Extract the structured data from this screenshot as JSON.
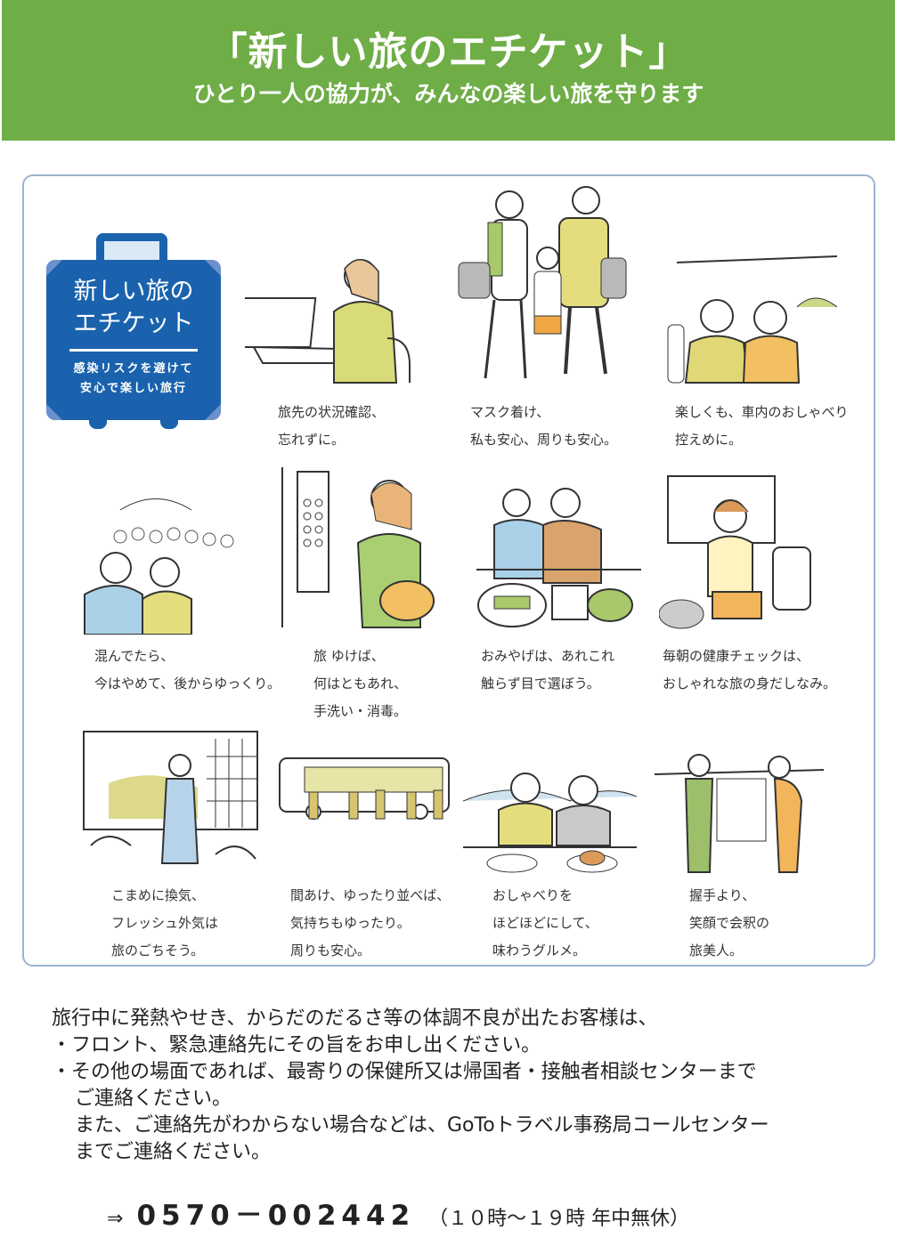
{
  "header": {
    "title": "「新しい旅のエチケット」",
    "subtitle": "ひとり一人の協力が、みんなの楽しい旅を守ります",
    "bg_color": "#6fad47"
  },
  "logo": {
    "line1": "新しい旅の",
    "line2": "エチケット",
    "line3": "感染リスクを避けて",
    "line4": "安心で楽しい旅行",
    "color": "#1a62ad"
  },
  "panels": [
    {
      "lines": [
        "旅先の状況確認、",
        "忘れずに。"
      ]
    },
    {
      "lines": [
        "マスク着け、",
        "私も安心、周りも安心。"
      ]
    },
    {
      "lines": [
        "楽しくも、車内のおしゃべり",
        "控えめに。"
      ]
    },
    {
      "lines": [
        "混んでたら、",
        "今はやめて、後からゆっくり。"
      ]
    },
    {
      "lines": [
        "旅 ゆけば、",
        "何はともあれ、",
        "手洗い・消毒。"
      ]
    },
    {
      "lines": [
        "おみやげは、あれこれ",
        "触らず目で選ぼう。"
      ]
    },
    {
      "lines": [
        "毎朝の健康チェックは、",
        "おしゃれな旅の身だしなみ。"
      ]
    },
    {
      "lines": [
        "こまめに換気、",
        "フレッシュ外気は",
        "旅のごちそう。"
      ]
    },
    {
      "lines": [
        "間あけ、ゆったり並べば、",
        "気持ちもゆったり。",
        "周りも安心。"
      ]
    },
    {
      "lines": [
        "おしゃべりを",
        "ほどほどにして、",
        "味わうグルメ。"
      ]
    },
    {
      "lines": [
        "握手より、",
        "笑顔で会釈の",
        "旅美人。"
      ]
    }
  ],
  "notice": {
    "intro": "旅行中に発熱やせき、からだのだるさ等の体調不良が出たお客様は、",
    "bullet1": "・フロント、緊急連絡先にその旨をお申し出ください。",
    "bullet2": "・その他の場面であれば、最寄りの保健所又は帰国者・接触者相談センターまで",
    "bullet2_cont": "ご連絡ください。",
    "extra1": "また、ご連絡先がわからない場合などは、GoToトラベル事務局コールセンター",
    "extra2": "までご連絡ください。"
  },
  "contact": {
    "arrow": "⇒",
    "phone": "0570－002442",
    "hours": "（１０時～１９時 年中無休）"
  }
}
